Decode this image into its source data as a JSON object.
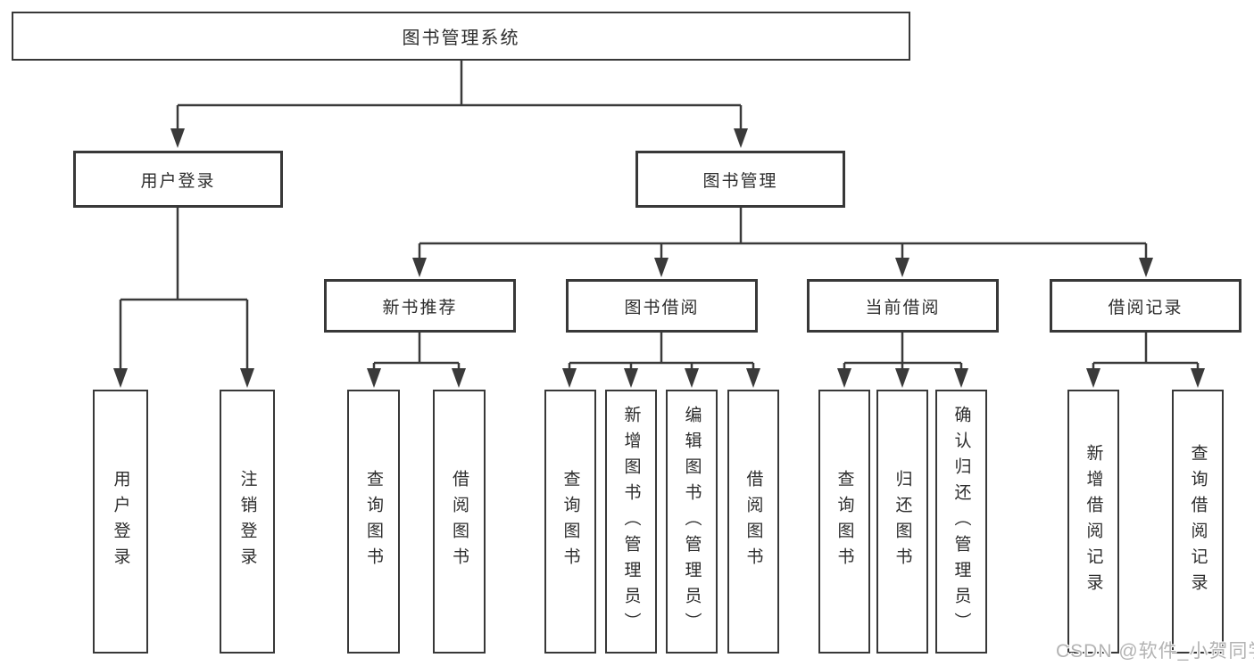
{
  "diagram_type": "hierarchy-tree",
  "tree": {
    "label": "图书管理系统",
    "children": [
      {
        "label": "用户登录",
        "children": [
          {
            "label": "用户登录"
          },
          {
            "label": "注销登录"
          }
        ]
      },
      {
        "label": "图书管理",
        "children": [
          {
            "label": "新书推荐",
            "children": [
              {
                "label": "查询图书"
              },
              {
                "label": "借阅图书"
              }
            ]
          },
          {
            "label": "图书借阅",
            "children": [
              {
                "label": "查询图书"
              },
              {
                "label": "新增图书（管理员）"
              },
              {
                "label": "编辑图书（管理员）"
              },
              {
                "label": "借阅图书"
              }
            ]
          },
          {
            "label": "当前借阅",
            "children": [
              {
                "label": "查询图书"
              },
              {
                "label": "归还图书"
              },
              {
                "label": "确认归还（管理员）"
              }
            ]
          },
          {
            "label": "借阅记录",
            "children": [
              {
                "label": "新增借阅记录"
              },
              {
                "label": "查询借阅记录"
              }
            ]
          }
        ]
      }
    ]
  },
  "watermark": {
    "text": "CSDN @软件_小贺同学"
  },
  "colors": {
    "line": "#3a3a3a",
    "box_border": "#383838",
    "text": "#2d2d2d",
    "watermark": "#b3b3b3",
    "background": "#ffffff"
  }
}
